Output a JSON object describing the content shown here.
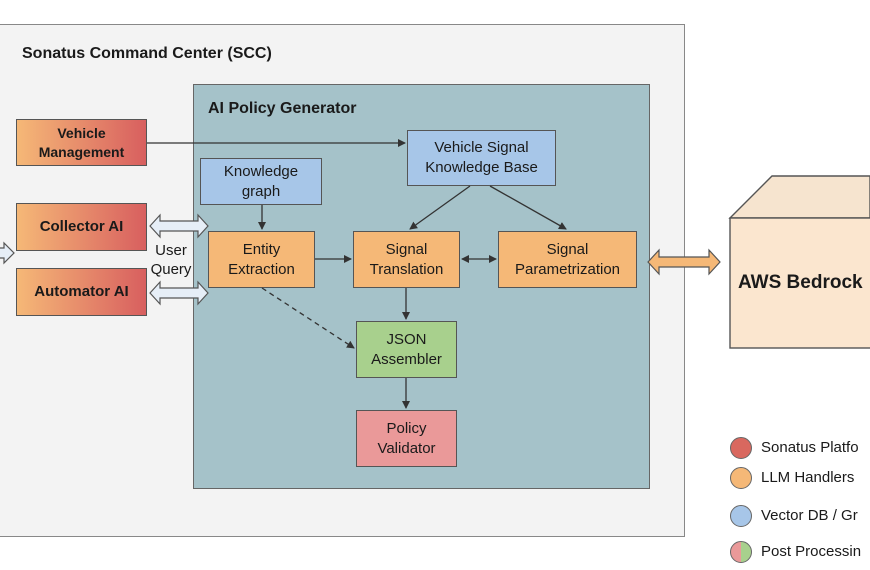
{
  "scc": {
    "title": "Sonatus Command Center (SCC)"
  },
  "generator": {
    "title": "AI Policy Generator"
  },
  "nodes": {
    "vehicle_management": [
      "Vehicle",
      "Management"
    ],
    "collector_ai": "Collector AI",
    "automator_ai": "Automator AI",
    "knowledge_graph": [
      "Knowledge",
      "graph"
    ],
    "vehicle_signal_kb": [
      "Vehicle Signal",
      "Knowledge Base"
    ],
    "entity_extraction": [
      "Entity",
      "Extraction"
    ],
    "signal_translation": [
      "Signal",
      "Translation"
    ],
    "signal_parametrization": [
      "Signal",
      "Parametrization"
    ],
    "json_assembler": [
      "JSON",
      "Assembler"
    ],
    "policy_validator": [
      "Policy",
      "Validator"
    ],
    "aws_bedrock": "AWS Bedrock"
  },
  "user_query": [
    "User",
    "Query"
  ],
  "legend": [
    {
      "label": "Sonatus Platfo",
      "color": "#d9685f"
    },
    {
      "label": "LLM Handlers",
      "color": "#f5b877"
    },
    {
      "label": "Vector DB / Gr",
      "color": "#a7c6e8"
    },
    {
      "label": "Post Processin",
      "colors": [
        "#ea9999",
        "#a8d08d"
      ]
    }
  ]
}
